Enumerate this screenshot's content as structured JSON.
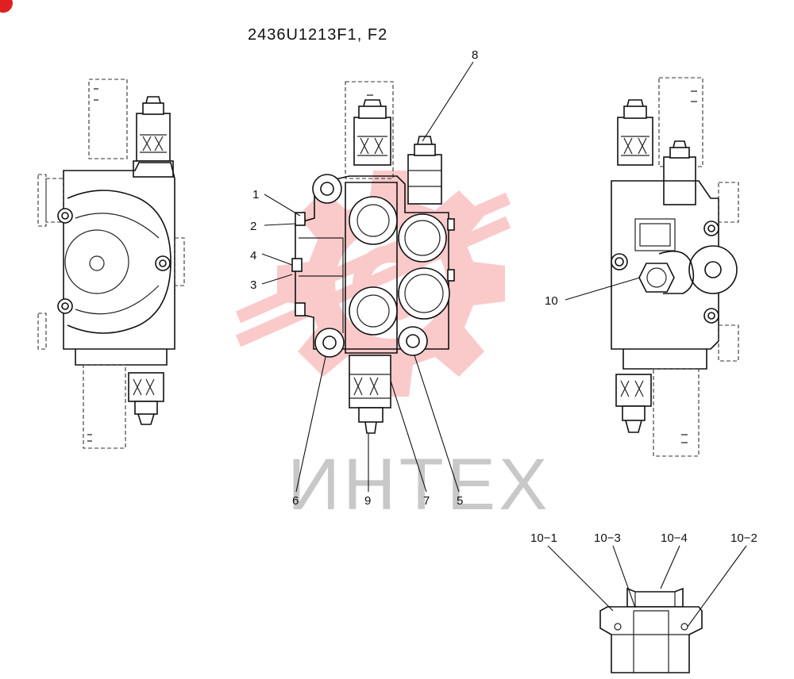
{
  "title": "2436U1213F1, F2",
  "watermark": {
    "text": "ИНТЕХ",
    "color": "#f6a0a0",
    "text_color": "#c8c8c8"
  },
  "corner_badge": {
    "color": "#e02020"
  },
  "labels": {
    "l1": "1",
    "l2": "2",
    "l3": "3",
    "l4": "4",
    "l5": "5",
    "l6": "6",
    "l7": "7",
    "l8": "8",
    "l9": "9",
    "l10": "10",
    "l10_1": "10−1",
    "l10_2": "10−2",
    "l10_3": "10−3",
    "l10_4": "10−4"
  }
}
